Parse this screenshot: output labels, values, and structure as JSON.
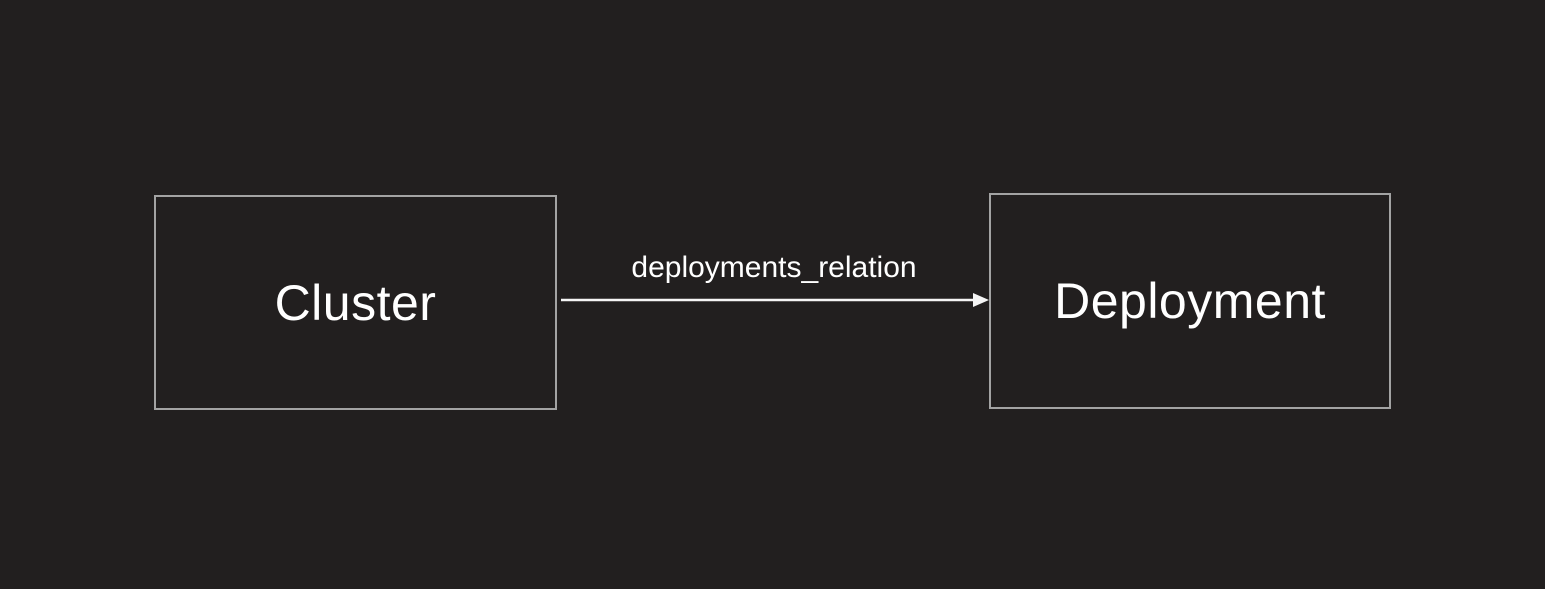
{
  "diagram": {
    "type": "entity-relation",
    "colors": {
      "background": "#221f1f",
      "node_border": "#a3a3a3",
      "node_fill": "#221f1f",
      "text": "#ffffff",
      "edge": "#f5f5f5"
    },
    "nodes": [
      {
        "id": "cluster",
        "label": "Cluster"
      },
      {
        "id": "deployment",
        "label": "Deployment"
      }
    ],
    "edges": [
      {
        "from": "cluster",
        "to": "deployment",
        "label": "deployments_relation",
        "direction": "right",
        "style": "solid-arrow"
      }
    ]
  }
}
